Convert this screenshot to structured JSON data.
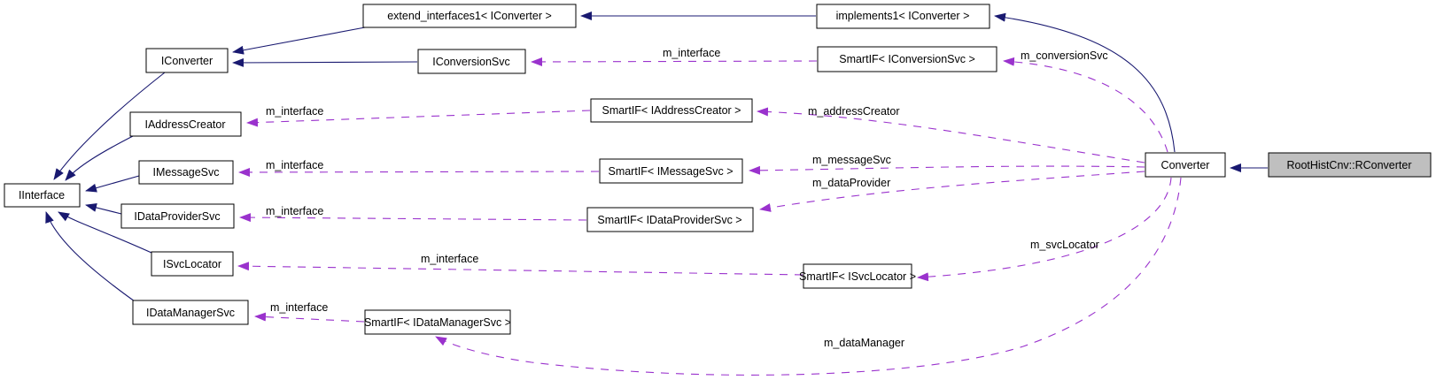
{
  "diagram": {
    "type": "collaboration-graph",
    "focus_node": "RootHistCnv::RConverter",
    "colors": {
      "background": "#ffffff",
      "inheritance_edge": "#191970",
      "usage_edge": "#9a32cd",
      "node_border": "#000000",
      "node_fill": "#ffffff",
      "focus_node_fill": "#bfbfbf",
      "text": "#000000"
    },
    "nodes": {
      "extend_interfaces1": {
        "label": "extend_interfaces1< IConverter >"
      },
      "implements1": {
        "label": "implements1< IConverter >"
      },
      "iconverter": {
        "label": "IConverter"
      },
      "iconversionsvc": {
        "label": "IConversionSvc"
      },
      "smartif_iconversionsvc": {
        "label": "SmartIF< IConversionSvc >"
      },
      "iinterface": {
        "label": "IInterface"
      },
      "iaddresscreator": {
        "label": "IAddressCreator"
      },
      "smartif_iaddresscreator": {
        "label": "SmartIF< IAddressCreator >"
      },
      "imessagesvc": {
        "label": "IMessageSvc"
      },
      "smartif_imessagesvc": {
        "label": "SmartIF< IMessageSvc >"
      },
      "idataprovidersvc": {
        "label": "IDataProviderSvc"
      },
      "smartif_idataprovidersvc": {
        "label": "SmartIF< IDataProviderSvc >"
      },
      "isvclocator": {
        "label": "ISvcLocator"
      },
      "smartif_isvclocator": {
        "label": "SmartIF< ISvcLocator >"
      },
      "idatamanagersvc": {
        "label": "IDataManagerSvc"
      },
      "smartif_idatamanagersvc": {
        "label": "SmartIF< IDataManagerSvc >"
      },
      "converter": {
        "label": "Converter"
      },
      "rconverter": {
        "label": "RootHistCnv::RConverter"
      }
    },
    "edge_labels": {
      "m_interface": "m_interface",
      "m_conversionSvc": "m_conversionSvc",
      "m_addressCreator": "m_addressCreator",
      "m_messageSvc": "m_messageSvc",
      "m_dataProvider": "m_dataProvider",
      "m_svcLocator": "m_svcLocator",
      "m_dataManager": "m_dataManager"
    },
    "edges": [
      {
        "from": "RootHistCnv::RConverter",
        "to": "Converter",
        "type": "inheritance"
      },
      {
        "from": "Converter",
        "to": "implements1< IConverter >",
        "type": "inheritance"
      },
      {
        "from": "implements1< IConverter >",
        "to": "extend_interfaces1< IConverter >",
        "type": "inheritance"
      },
      {
        "from": "extend_interfaces1< IConverter >",
        "to": "IConverter",
        "type": "inheritance"
      },
      {
        "from": "IConversionSvc",
        "to": "IConverter",
        "type": "inheritance"
      },
      {
        "from": "IConverter",
        "to": "IInterface",
        "type": "inheritance"
      },
      {
        "from": "IAddressCreator",
        "to": "IInterface",
        "type": "inheritance"
      },
      {
        "from": "IMessageSvc",
        "to": "IInterface",
        "type": "inheritance"
      },
      {
        "from": "IDataProviderSvc",
        "to": "IInterface",
        "type": "inheritance"
      },
      {
        "from": "ISvcLocator",
        "to": "IInterface",
        "type": "inheritance"
      },
      {
        "from": "IDataManagerSvc",
        "to": "IInterface",
        "type": "inheritance"
      },
      {
        "from": "SmartIF< IConversionSvc >",
        "to": "IConversionSvc",
        "label": "m_interface",
        "type": "usage"
      },
      {
        "from": "Converter",
        "to": "SmartIF< IConversionSvc >",
        "label": "m_conversionSvc",
        "type": "usage"
      },
      {
        "from": "SmartIF< IAddressCreator >",
        "to": "IAddressCreator",
        "label": "m_interface",
        "type": "usage"
      },
      {
        "from": "Converter",
        "to": "SmartIF< IAddressCreator >",
        "label": "m_addressCreator",
        "type": "usage"
      },
      {
        "from": "SmartIF< IMessageSvc >",
        "to": "IMessageSvc",
        "label": "m_interface",
        "type": "usage"
      },
      {
        "from": "Converter",
        "to": "SmartIF< IMessageSvc >",
        "label": "m_messageSvc",
        "type": "usage"
      },
      {
        "from": "SmartIF< IDataProviderSvc >",
        "to": "IDataProviderSvc",
        "label": "m_interface",
        "type": "usage"
      },
      {
        "from": "Converter",
        "to": "SmartIF< IDataProviderSvc >",
        "label": "m_dataProvider",
        "type": "usage"
      },
      {
        "from": "SmartIF< ISvcLocator >",
        "to": "ISvcLocator",
        "label": "m_interface",
        "type": "usage"
      },
      {
        "from": "Converter",
        "to": "SmartIF< ISvcLocator >",
        "label": "m_svcLocator",
        "type": "usage"
      },
      {
        "from": "SmartIF< IDataManagerSvc >",
        "to": "IDataManagerSvc",
        "label": "m_interface",
        "type": "usage"
      },
      {
        "from": "Converter",
        "to": "SmartIF< IDataManagerSvc >",
        "label": "m_dataManager",
        "type": "usage"
      }
    ]
  }
}
